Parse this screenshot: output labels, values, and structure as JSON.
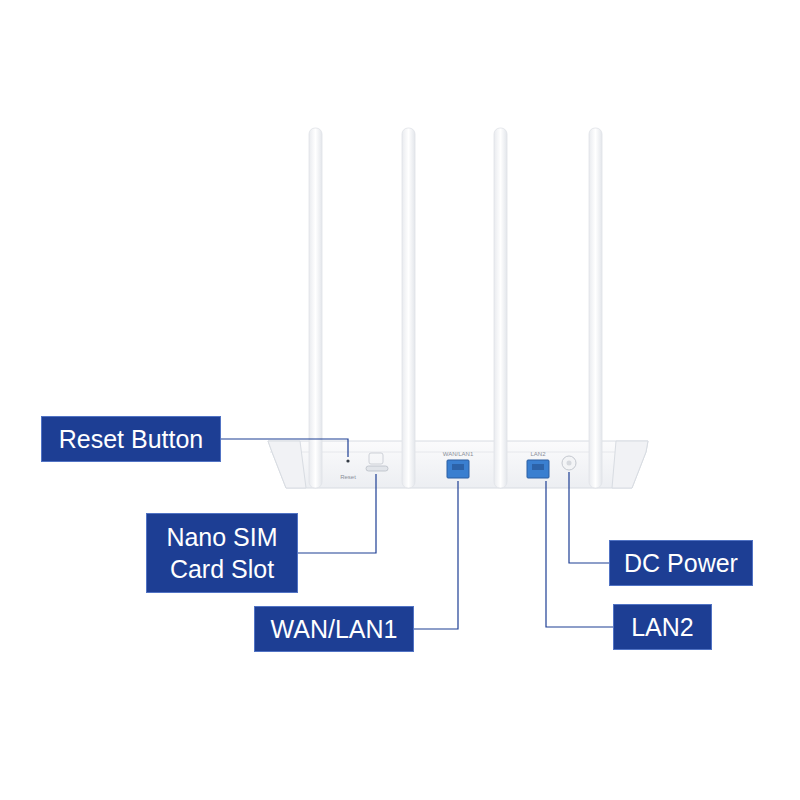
{
  "diagram": {
    "nodes": [
      {
        "text": [
          "Reset Button"
        ]
      },
      {
        "text": [
          "Nano SIM Card Slot"
        ]
      },
      {
        "text": [
          "WAN/LAN1"
        ]
      },
      {
        "text": [
          "DC Power"
        ]
      },
      {
        "text": [
          "LAN2"
        ]
      }
    ],
    "labels": [
      "Reset",
      "WAN/LAN1",
      "LAN2"
    ]
  }
}
